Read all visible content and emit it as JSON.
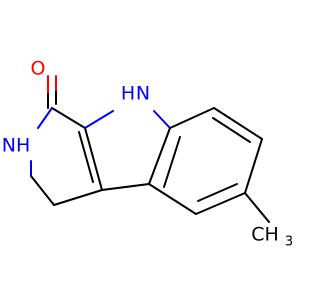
{
  "molecule": {
    "colors": {
      "carbon_bonds": "#000000",
      "oxygen": "#ff0000",
      "nitrogen": "#0000ff",
      "background": "#ffffff"
    },
    "atoms": {
      "oxygen_label": "O",
      "ring_nh_label": "NH",
      "indole_nh_label": "H",
      "indole_n_label": "N",
      "methyl_label": "CH",
      "methyl_subscript": "3"
    }
  }
}
